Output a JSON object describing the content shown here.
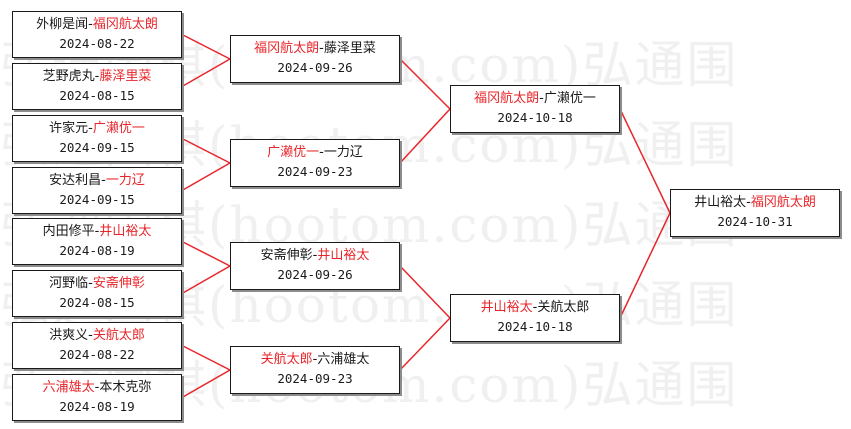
{
  "watermark": "弘通围棋(hootom.com)弘通围",
  "accent_color": "#e8252a",
  "round1": [
    {
      "p1": "外柳是闻",
      "p2": "福冈航太朗",
      "winner": 2,
      "date": "2024-08-22"
    },
    {
      "p1": "芝野虎丸",
      "p2": "藤泽里菜",
      "winner": 2,
      "date": "2024-08-15"
    },
    {
      "p1": "许家元",
      "p2": "广濑优一",
      "winner": 2,
      "date": "2024-09-15"
    },
    {
      "p1": "安达利昌",
      "p2": "一力辽",
      "winner": 2,
      "date": "2024-09-15"
    },
    {
      "p1": "内田修平",
      "p2": "井山裕太",
      "winner": 2,
      "date": "2024-08-19"
    },
    {
      "p1": "河野临",
      "p2": "安斋伸彰",
      "winner": 2,
      "date": "2024-08-15"
    },
    {
      "p1": "洪爽义",
      "p2": "关航太郎",
      "winner": 2,
      "date": "2024-08-22"
    },
    {
      "p1": "六浦雄太",
      "p2": "本木克弥",
      "winner": 1,
      "date": "2024-08-19"
    }
  ],
  "round2": [
    {
      "p1": "福冈航太朗",
      "p2": "藤泽里菜",
      "winner": 1,
      "date": "2024-09-26"
    },
    {
      "p1": "广濑优一",
      "p2": "一力辽",
      "winner": 1,
      "date": "2024-09-23"
    },
    {
      "p1": "安斋伸彰",
      "p2": "井山裕太",
      "winner": 2,
      "date": "2024-09-26"
    },
    {
      "p1": "关航太郎",
      "p2": "六浦雄太",
      "winner": 1,
      "date": "2024-09-23"
    }
  ],
  "round3": [
    {
      "p1": "福冈航太朗",
      "p2": "广濑优一",
      "winner": 1,
      "date": "2024-10-18"
    },
    {
      "p1": "井山裕太",
      "p2": "关航太郎",
      "winner": 1,
      "date": "2024-10-18"
    }
  ],
  "final": [
    {
      "p1": "井山裕太",
      "p2": "福冈航太朗",
      "winner": 2,
      "date": "2024-10-31"
    }
  ]
}
